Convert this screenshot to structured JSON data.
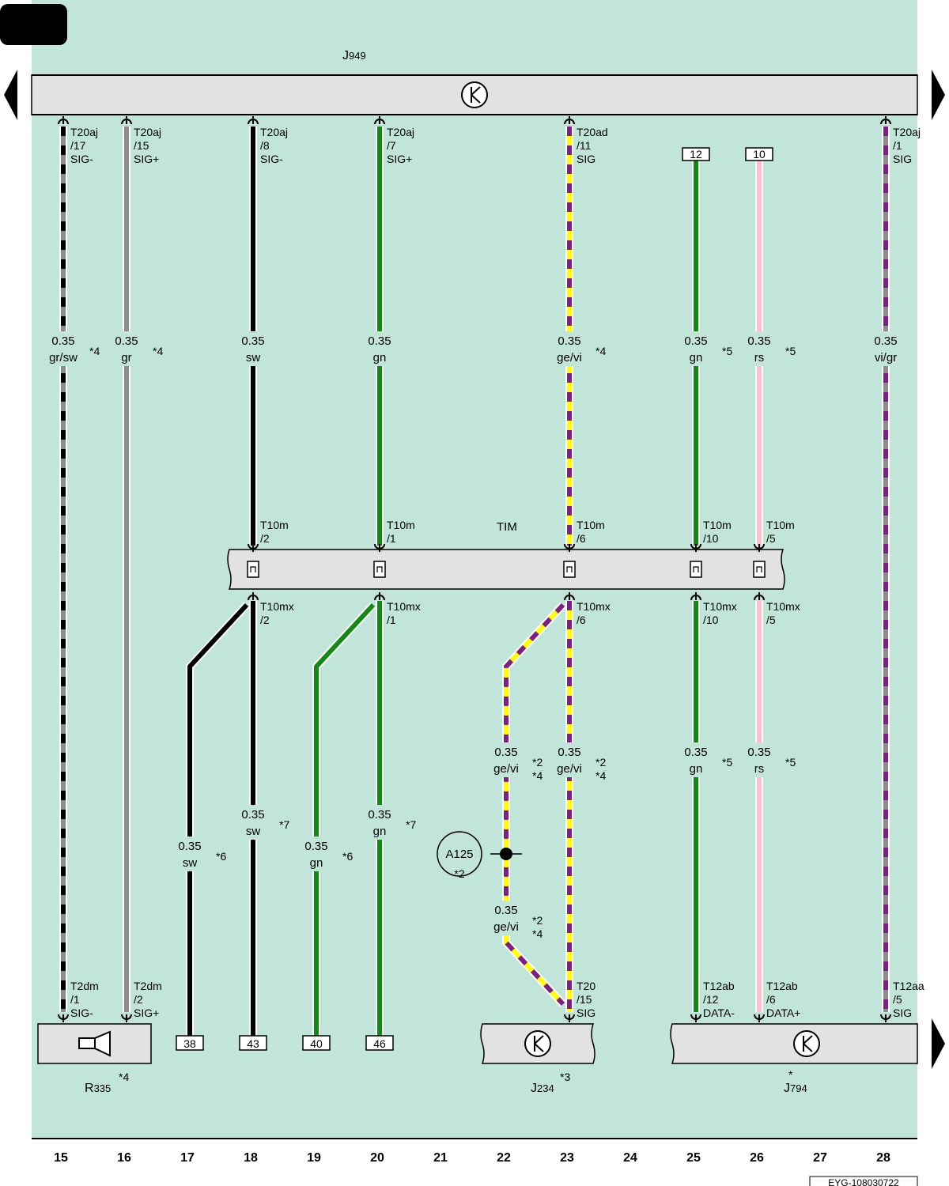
{
  "colors": {
    "background": "#c2e5d9",
    "component": "#e2e2e2",
    "gr": "#8c8c8c",
    "sw": "#000000",
    "gn": "#138a13",
    "ge": "#ffff00",
    "vi": "#7d1f86",
    "rs": "#ffc0cb"
  },
  "top_unit": {
    "name": "J",
    "sub": "949"
  },
  "connector_block": {
    "name": "TIM"
  },
  "doc_id": "EYG-108030722",
  "columns": [
    "15",
    "16",
    "17",
    "18",
    "19",
    "20",
    "21",
    "22",
    "23",
    "24",
    "25",
    "26",
    "27",
    "28"
  ],
  "top_pins": [
    {
      "l1": "T20aj",
      "l2": "/17",
      "l3": "SIG-"
    },
    {
      "l1": "T20aj",
      "l2": "/15",
      "l3": "SIG+"
    },
    {
      "l1": "T20aj",
      "l2": "/8",
      "l3": "SIG-"
    },
    {
      "l1": "T20aj",
      "l2": "/7",
      "l3": "SIG+"
    },
    {
      "l1": "T20ad",
      "l2": "/11",
      "l3": "SIG"
    },
    {
      "l1": "T20aj",
      "l2": "/1",
      "l3": "SIG"
    }
  ],
  "wire_boxes": [
    "12",
    "10"
  ],
  "upper_wires": [
    {
      "size": "0.35",
      "color": "gr/sw",
      "note": "*4"
    },
    {
      "size": "0.35",
      "color": "gr",
      "note": "*4"
    },
    {
      "size": "0.35",
      "color": "sw",
      "note": ""
    },
    {
      "size": "0.35",
      "color": "gn",
      "note": ""
    },
    {
      "size": "0.35",
      "color": "ge/vi",
      "note": "*4"
    },
    {
      "size": "0.35",
      "color": "gn",
      "note": "*5"
    },
    {
      "size": "0.35",
      "color": "rs",
      "note": "*5"
    },
    {
      "size": "0.35",
      "color": "vi/gr",
      "note": ""
    }
  ],
  "tim_top_pins": [
    {
      "l1": "T10m",
      "l2": "/2"
    },
    {
      "l1": "T10m",
      "l2": "/1"
    },
    {
      "l1": "T10m",
      "l2": "/6"
    },
    {
      "l1": "T10m",
      "l2": "/10"
    },
    {
      "l1": "T10m",
      "l2": "/5"
    }
  ],
  "tim_bottom_pins": [
    {
      "l1": "T10mx",
      "l2": "/2"
    },
    {
      "l1": "T10mx",
      "l2": "/1"
    },
    {
      "l1": "T10mx",
      "l2": "/6"
    },
    {
      "l1": "T10mx",
      "l2": "/10"
    },
    {
      "l1": "T10mx",
      "l2": "/5"
    }
  ],
  "lower_wires": [
    {
      "size": "0.35",
      "color": "ge/vi",
      "note1": "*2",
      "note2": "*4"
    },
    {
      "size": "0.35",
      "color": "ge/vi",
      "note1": "*2",
      "note2": "*4"
    },
    {
      "size": "0.35",
      "color": "gn",
      "note1": "*5",
      "note2": ""
    },
    {
      "size": "0.35",
      "color": "rs",
      "note1": "*5",
      "note2": ""
    },
    {
      "size": "0.35",
      "color": "sw",
      "note1": "*7",
      "note2": ""
    },
    {
      "size": "0.35",
      "color": "gn",
      "note1": "*7",
      "note2": ""
    },
    {
      "size": "0.35",
      "color": "sw",
      "note1": "*6",
      "note2": ""
    },
    {
      "size": "0.35",
      "color": "gn",
      "note1": "*6",
      "note2": ""
    },
    {
      "size": "0.35",
      "color": "ge/vi",
      "note1": "*2",
      "note2": "*4"
    }
  ],
  "splice": {
    "name": "A125",
    "note": "*2"
  },
  "bottom_pins": [
    {
      "l1": "T2dm",
      "l2": "/1",
      "l3": "SIG-"
    },
    {
      "l1": "T2dm",
      "l2": "/2",
      "l3": "SIG+"
    },
    {
      "l1": "T20",
      "l2": "/15",
      "l3": "SIG"
    },
    {
      "l1": "T12ab",
      "l2": "/12",
      "l3": "DATA-"
    },
    {
      "l1": "T12ab",
      "l2": "/6",
      "l3": "DATA+"
    },
    {
      "l1": "T12aa",
      "l2": "/5",
      "l3": "SIG"
    }
  ],
  "ref_boxes": [
    "38",
    "43",
    "40",
    "46"
  ],
  "components": [
    {
      "name": "R",
      "sub": "335",
      "note": "*4"
    },
    {
      "name": "J",
      "sub": "234",
      "note": "*3"
    },
    {
      "name": "J",
      "sub": "794",
      "note": "*"
    }
  ]
}
